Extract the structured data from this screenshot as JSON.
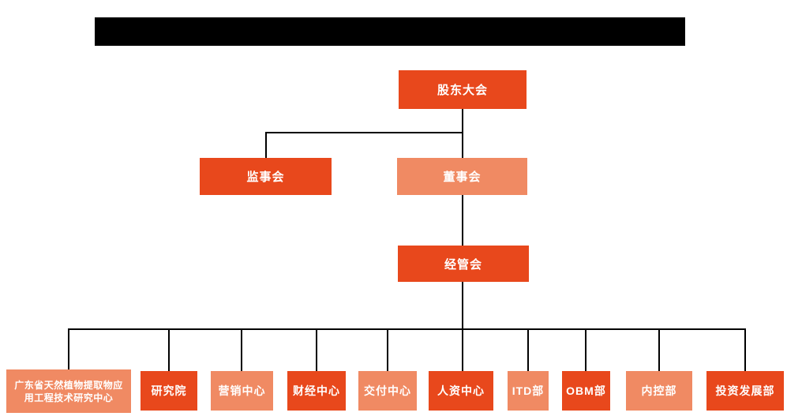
{
  "title_bar": {
    "redacted": true,
    "color": "#000000"
  },
  "colors": {
    "box_primary": "#e8481c",
    "box_secondary": "#f08a63",
    "connector": "#000000",
    "label_text": "#ffffff",
    "background": "#ffffff"
  },
  "org_chart": {
    "nodes": {
      "shareholders_meeting": "股东大会",
      "supervisory_board": "监事会",
      "board_of_directors": "董事会",
      "management_committee": "经管会"
    },
    "departments": [
      {
        "label": "广东省天然植物提取物应",
        "label2": "用工程技术研究中心",
        "full_label": "广东省天然植物提取物应用工程技术研究中心"
      },
      {
        "label": "研究院"
      },
      {
        "label": "营销中心"
      },
      {
        "label": "财经中心"
      },
      {
        "label": "交付中心"
      },
      {
        "label": "人资中心"
      },
      {
        "label": "ITD部"
      },
      {
        "label": "OBM部"
      },
      {
        "label": "内控部"
      },
      {
        "label": "投资发展部"
      }
    ]
  }
}
